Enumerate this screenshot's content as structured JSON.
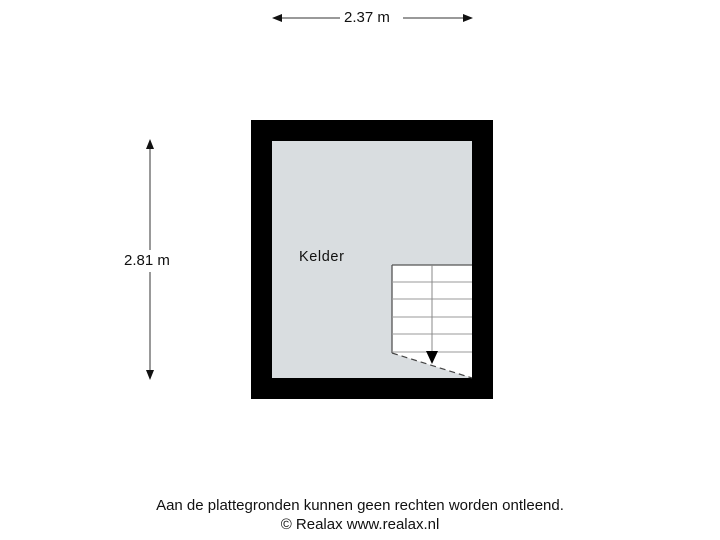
{
  "dimensions": {
    "width_label": "2.37 m",
    "height_label": "2.81 m"
  },
  "rooms": [
    {
      "name": "Kelder"
    }
  ],
  "stairs": {
    "direction": "down",
    "tread_count": 6
  },
  "colors": {
    "wall": "#000000",
    "floor": "#d9dde0",
    "stairs": "#ffffff",
    "stair_lines": "#888888",
    "dimension_lines": "#222222"
  },
  "footer": {
    "disclaimer": "Aan de plattegronden kunnen geen rechten worden ontleend.",
    "copyright": "© Realax www.realax.nl"
  }
}
